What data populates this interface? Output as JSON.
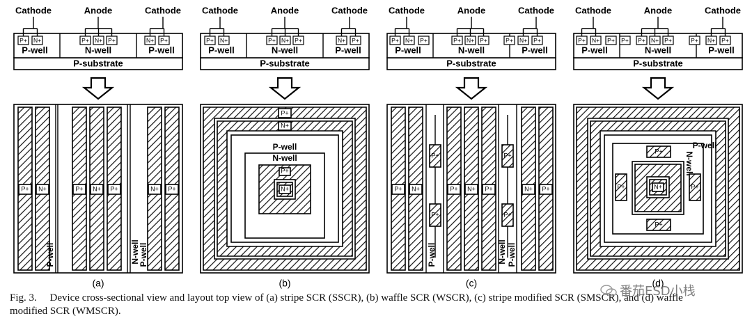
{
  "labels": {
    "cathode": "Cathode",
    "anode": "Anode",
    "p_plus": "P+",
    "n_plus": "N+",
    "p_well": "P-well",
    "n_well": "N-well",
    "p_substrate": "P-substrate"
  },
  "panels": [
    "(a)",
    "(b)",
    "(c)",
    "(d)"
  ],
  "caption": {
    "fig": "Fig. 3.",
    "text": "Device cross-sectional view and layout top view of (a) stripe SCR (SSCR), (b) waffle SCR (WSCR), (c) stripe modified SCR (SMSCR), and (d) waffle modified SCR (WMSCR)."
  },
  "watermark": "番茄ESD小栈"
}
